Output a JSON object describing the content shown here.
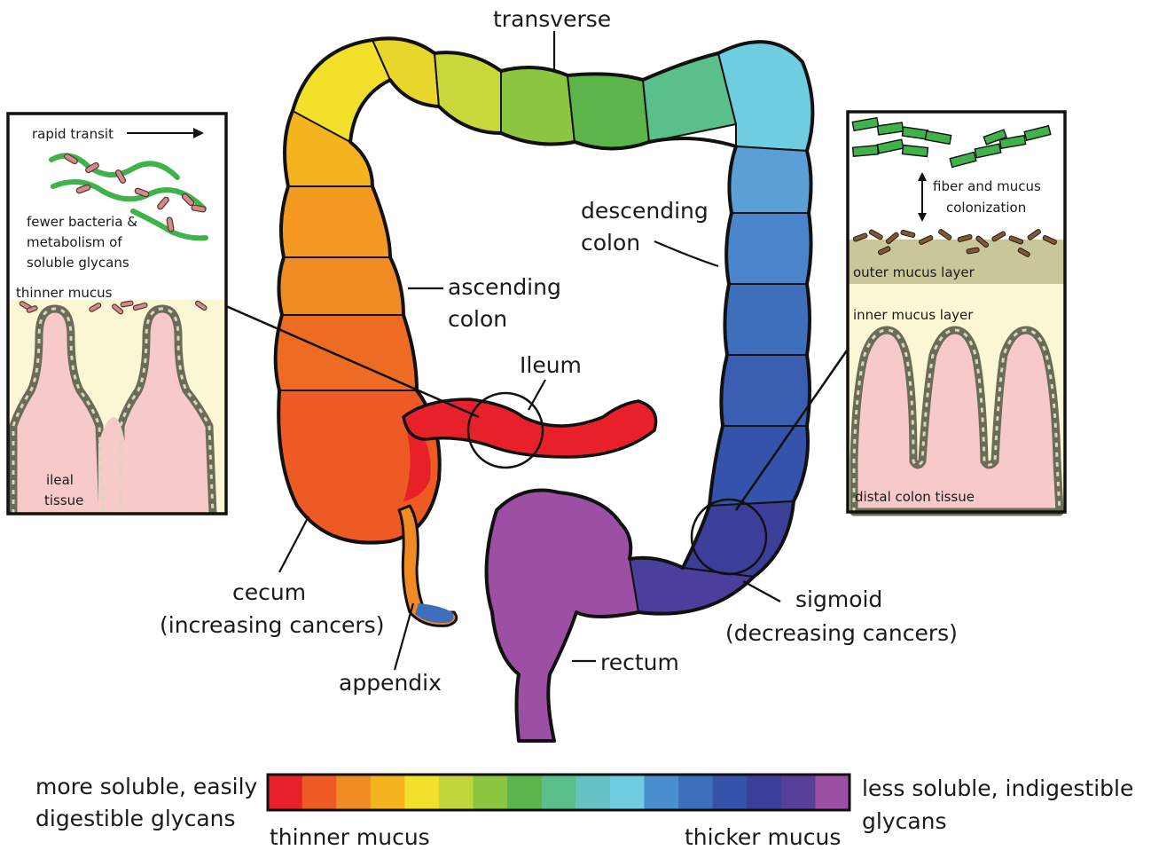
{
  "labels": {
    "transverse": "transverse",
    "descending_1": "descending",
    "descending_2": "colon",
    "ascending_1": "ascending",
    "ascending_2": "colon",
    "ileum": "Ileum",
    "cecum_1": "cecum",
    "cecum_2": "(increasing cancers)",
    "appendix": "appendix",
    "sigmoid_1": "sigmoid",
    "sigmoid_2": "(decreasing cancers)",
    "rectum": "rectum"
  },
  "left_inset": {
    "rapid_transit": "rapid transit",
    "bacteria_1": "fewer bacteria &",
    "bacteria_2": "metabolism of",
    "bacteria_3": "soluble glycans",
    "thinner_mucus": "thinner mucus",
    "tissue_1": "ileal",
    "tissue_2": "tissue"
  },
  "right_inset": {
    "fiber_1": "fiber and mucus",
    "fiber_2": "colonization",
    "outer_layer": "outer mucus layer",
    "inner_layer": "inner mucus layer",
    "tissue": "distal colon tissue"
  },
  "scale_bar": {
    "left_1": "more soluble, easily",
    "left_2": "digestible glycans",
    "right_1": "less soluble, indigestible",
    "right_2": "glycans",
    "bottom_left": "thinner mucus",
    "bottom_right": "thicker mucus",
    "colors": [
      "#e8202a",
      "#ee5a24",
      "#f08a22",
      "#f5b41f",
      "#f2e02b",
      "#c2d63b",
      "#8cc540",
      "#5bb54a",
      "#5abf8a",
      "#66c3c4",
      "#6ecde0",
      "#4a90cf",
      "#3d6fbd",
      "#3553aa",
      "#3c3f9a",
      "#58409a",
      "#9d4fa3"
    ]
  },
  "colors": {
    "ileum": "#e8202a",
    "rectum": "#9d4fa3",
    "inset_bg_top": "#fbf7d4",
    "tissue": "#f7c9c9",
    "outer_layer": "#c9c69a",
    "fiber": "#3fb24a",
    "bacteria": "#d08b8b"
  }
}
